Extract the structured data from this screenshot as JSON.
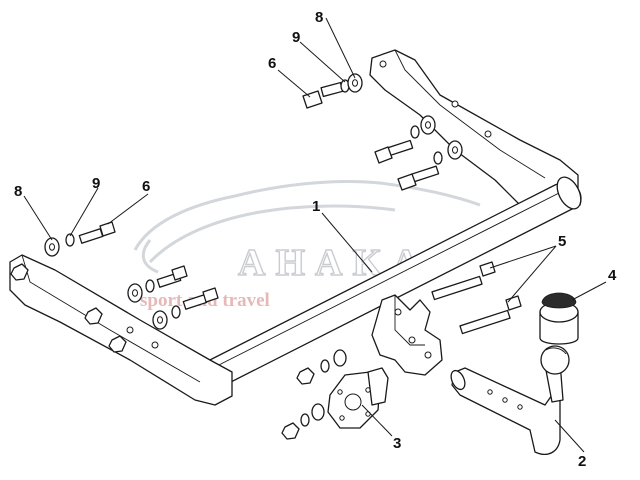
{
  "watermark": {
    "brand": "AHAKA",
    "tagline": "sport and travel"
  },
  "callouts": [
    {
      "id": "1",
      "part": "crossbar"
    },
    {
      "id": "2",
      "part": "ball-neck"
    },
    {
      "id": "3",
      "part": "socket-plate"
    },
    {
      "id": "4",
      "part": "ball-cap"
    },
    {
      "id": "5",
      "part": "bolt-pair"
    },
    {
      "id": "6",
      "part": "bolt"
    },
    {
      "id": "8",
      "part": "washer-large"
    },
    {
      "id": "9",
      "part": "washer-spring"
    }
  ],
  "labels": {
    "c1": "1",
    "c2": "2",
    "c3": "3",
    "c4": "4",
    "c5": "5",
    "c6a": "6",
    "c6b": "6",
    "c8a": "8",
    "c8b": "8",
    "c9a": "9",
    "c9b": "9"
  },
  "colors": {
    "line": "#1a1a1a",
    "watermark_outline": "#c9ccd1",
    "watermark_tagline": "#e7b8b8"
  }
}
